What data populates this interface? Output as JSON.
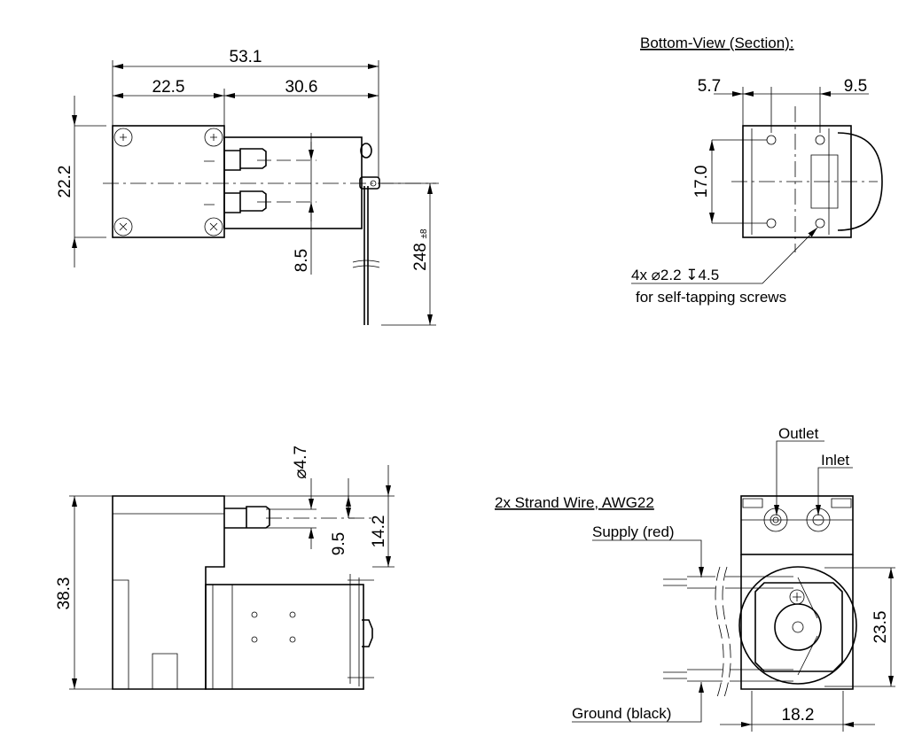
{
  "top_view": {
    "dim_total_length": "53.1",
    "dim_head_length": "22.5",
    "dim_motor_length": "30.6",
    "dim_height": "22.2",
    "dim_port_spacing": "8.5",
    "dim_wire_length": "248",
    "dim_wire_tolerance": "±8"
  },
  "bottom_view": {
    "title": "Bottom-View (Section):",
    "dim_left": "5.7",
    "dim_right": "9.5",
    "dim_hole_spacing": "17.0",
    "hole_spec": "4x ⌀2.2 ↧4.5",
    "hole_note": "for self-tapping screws"
  },
  "side_view": {
    "dim_port_diameter": "⌀4.7",
    "dim_port_height": "9.5",
    "dim_head_height": "14.2",
    "dim_total_height": "38.3"
  },
  "front_view": {
    "outlet_label": "Outlet",
    "inlet_label": "Inlet",
    "wire_title": "2x Strand Wire, AWG22",
    "supply_label": "Supply (red)",
    "ground_label": "Ground (black)",
    "dim_motor_height": "23.5",
    "dim_motor_width": "18.2"
  }
}
